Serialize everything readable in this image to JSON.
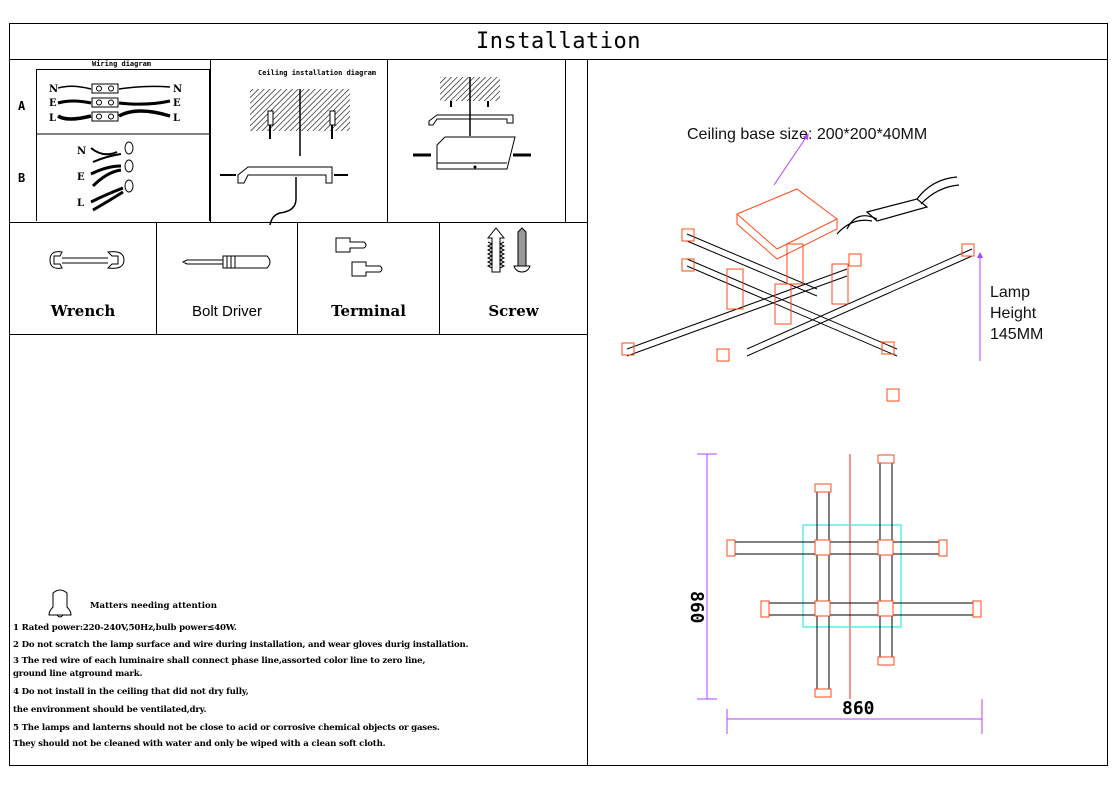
{
  "title": "Installation",
  "diagrams": {
    "wiring_caption": "Wiring diagram",
    "ceiling_caption": "Ceiling installation diagram",
    "row_a_label": "A",
    "row_b_label": "B",
    "wire_labels": [
      "N",
      "E",
      "L"
    ]
  },
  "tools": [
    {
      "label": "Wrench",
      "icon": "wrench-icon"
    },
    {
      "label": "Bolt Driver",
      "icon": "screwdriver-icon"
    },
    {
      "label": "Terminal",
      "icon": "terminal-icon"
    },
    {
      "label": "Screw",
      "icon": "screw-icon"
    }
  ],
  "attention": {
    "heading": "Matters needing attention",
    "icon": "bell-icon",
    "items": [
      "1 Rated power:220-240V,50Hz,bulb power≤40W.",
      "2 Do not scratch the lamp surface and wire during installation, and wear gloves durig installation.",
      "3 The red wire of each luminaire shall connect phase line,assorted color line to zero line,",
      "   ground line atground mark.",
      "4 Do not install in the ceiling that did not dry fully,",
      "   the environment should be ventilated,dry.",
      "5 The lamps and lanterns should not be close to acid or corrosive chemical objects or gases.",
      "   They should not be cleaned with water and only be wiped with a clean soft cloth."
    ]
  },
  "product": {
    "ceiling_base_label": "Ceiling base size: 200*200*40MM",
    "lamp_height_lines": [
      "Lamp",
      "Height",
      "145MM"
    ],
    "dimension_width": "860",
    "dimension_height": "860"
  },
  "colors": {
    "accent_arrow": "#b040ff",
    "lamp_outline": "#ff4a1a",
    "base_outline": "#33e6e6",
    "center_line": "#ff2020"
  }
}
